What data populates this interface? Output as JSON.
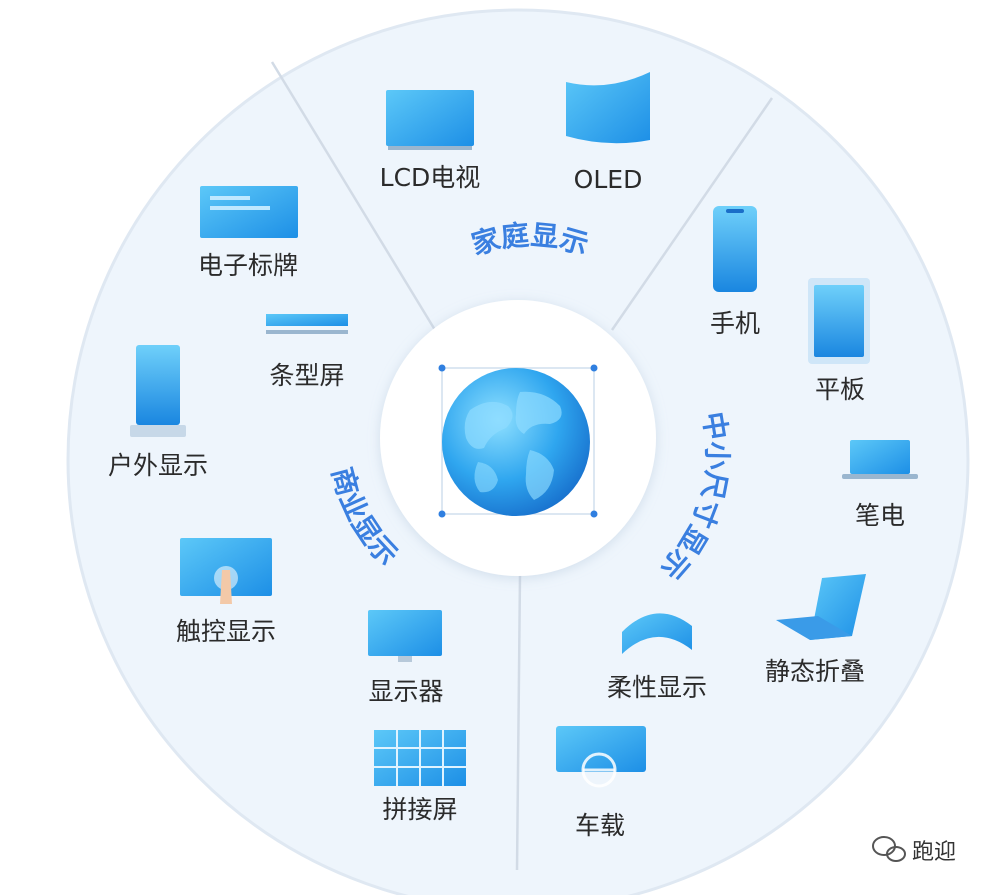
{
  "segments": {
    "home": {
      "title": "家庭显示",
      "items": [
        "LCD电视",
        "OLED"
      ]
    },
    "small_medium": {
      "title": "中小尺寸显示",
      "items": [
        "手机",
        "平板",
        "笔电",
        "静态折叠",
        "柔性显示",
        "车载"
      ]
    },
    "commercial": {
      "title": "商业显示",
      "items": [
        "电子标牌",
        "条型屏",
        "户外显示",
        "触控显示",
        "显示器",
        "拼接屏"
      ]
    }
  },
  "center": {
    "icon": "globe-icon"
  },
  "watermark": {
    "text": "跑迎",
    "icon": "wechat-icon"
  },
  "colors": {
    "accent": "#3a7fe0",
    "icon_blue": "#2fa6ef",
    "disk": "#eef5fc",
    "divider": "#d2dbe6"
  }
}
